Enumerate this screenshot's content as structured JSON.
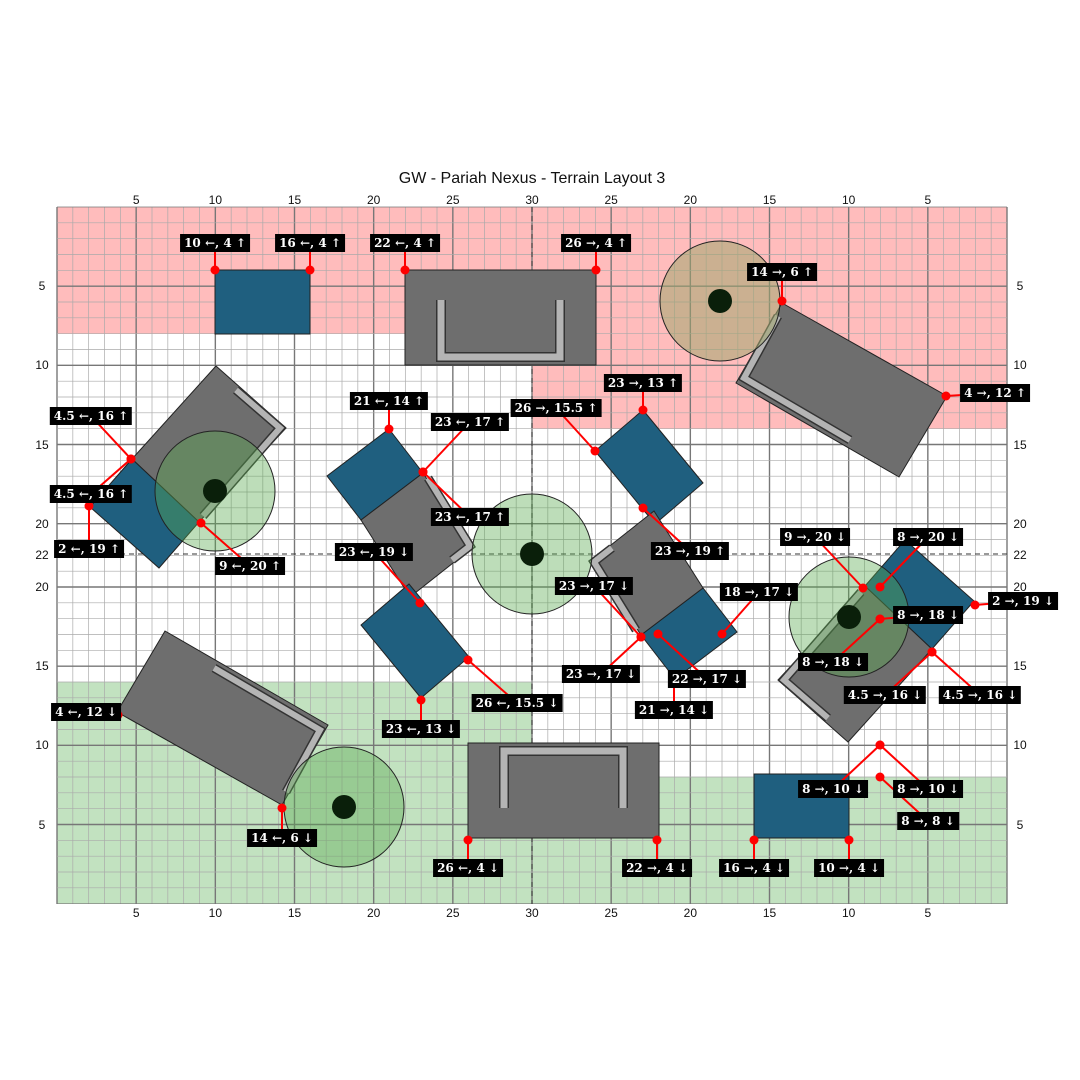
{
  "title": "GW - Pariah Nexus - Terrain Layout 3",
  "axes": {
    "top": [
      "5",
      "10",
      "15",
      "20",
      "25",
      "30",
      "25",
      "20",
      "15",
      "10",
      "5"
    ],
    "bottom": [
      "5",
      "10",
      "15",
      "20",
      "25",
      "30",
      "25",
      "20",
      "15",
      "10",
      "5"
    ],
    "left": [
      "5",
      "10",
      "15",
      "20",
      "22",
      "20",
      "15",
      "10",
      "5"
    ],
    "right": [
      "5",
      "10",
      "15",
      "20",
      "22",
      "20",
      "15",
      "10",
      "5"
    ]
  },
  "colors": {
    "red_zone": "#ffbcbc",
    "green_zone": "#c2e2c0",
    "blue_terrain": "#1f5f7f",
    "gray_terrain": "#6e6e6e",
    "wall": "#b4b4b4",
    "marker": "#ff0000"
  },
  "labels": [
    "10 ←, 4 ↑",
    "16 ←, 4 ↑",
    "22 ←, 4 ↑",
    "26 →, 4 ↑",
    "14 →, 6 ↑",
    "4 →, 12 ↑",
    "23 →, 13 ↑",
    "26 →, 15.5 ↑",
    "21 ←, 14 ↑",
    "23 ←, 17 ↑",
    "23 ←, 17 ↑",
    "4.5 ←, 16 ↑",
    "4.5 ←, 16 ↑",
    "2 ←, 19 ↑",
    "9 ←, 20 ↑",
    "23 →, 19 ↑",
    "23 ←, 19 ↓",
    "9 →, 20 ↓",
    "8 →, 20 ↓",
    "2 →, 19 ↓",
    "8 →, 18 ↓",
    "8 →, 18 ↓",
    "4.5 →, 16 ↓",
    "4.5 →, 16 ↓",
    "18 →, 17 ↓",
    "23 →, 17 ↓",
    "23 →, 17 ↓",
    "22 →, 17 ↓",
    "21 →, 14 ↓",
    "26 ←, 15.5 ↓",
    "23 ←, 13 ↓",
    "4 ←, 12 ↓",
    "14 ←, 6 ↓",
    "26 ←, 4 ↓",
    "22 →, 4 ↓",
    "16 →, 4 ↓",
    "10 →, 4 ↓",
    "8 →, 10 ↓",
    "8 →, 10 ↓",
    "8 →, 8 ↓"
  ]
}
